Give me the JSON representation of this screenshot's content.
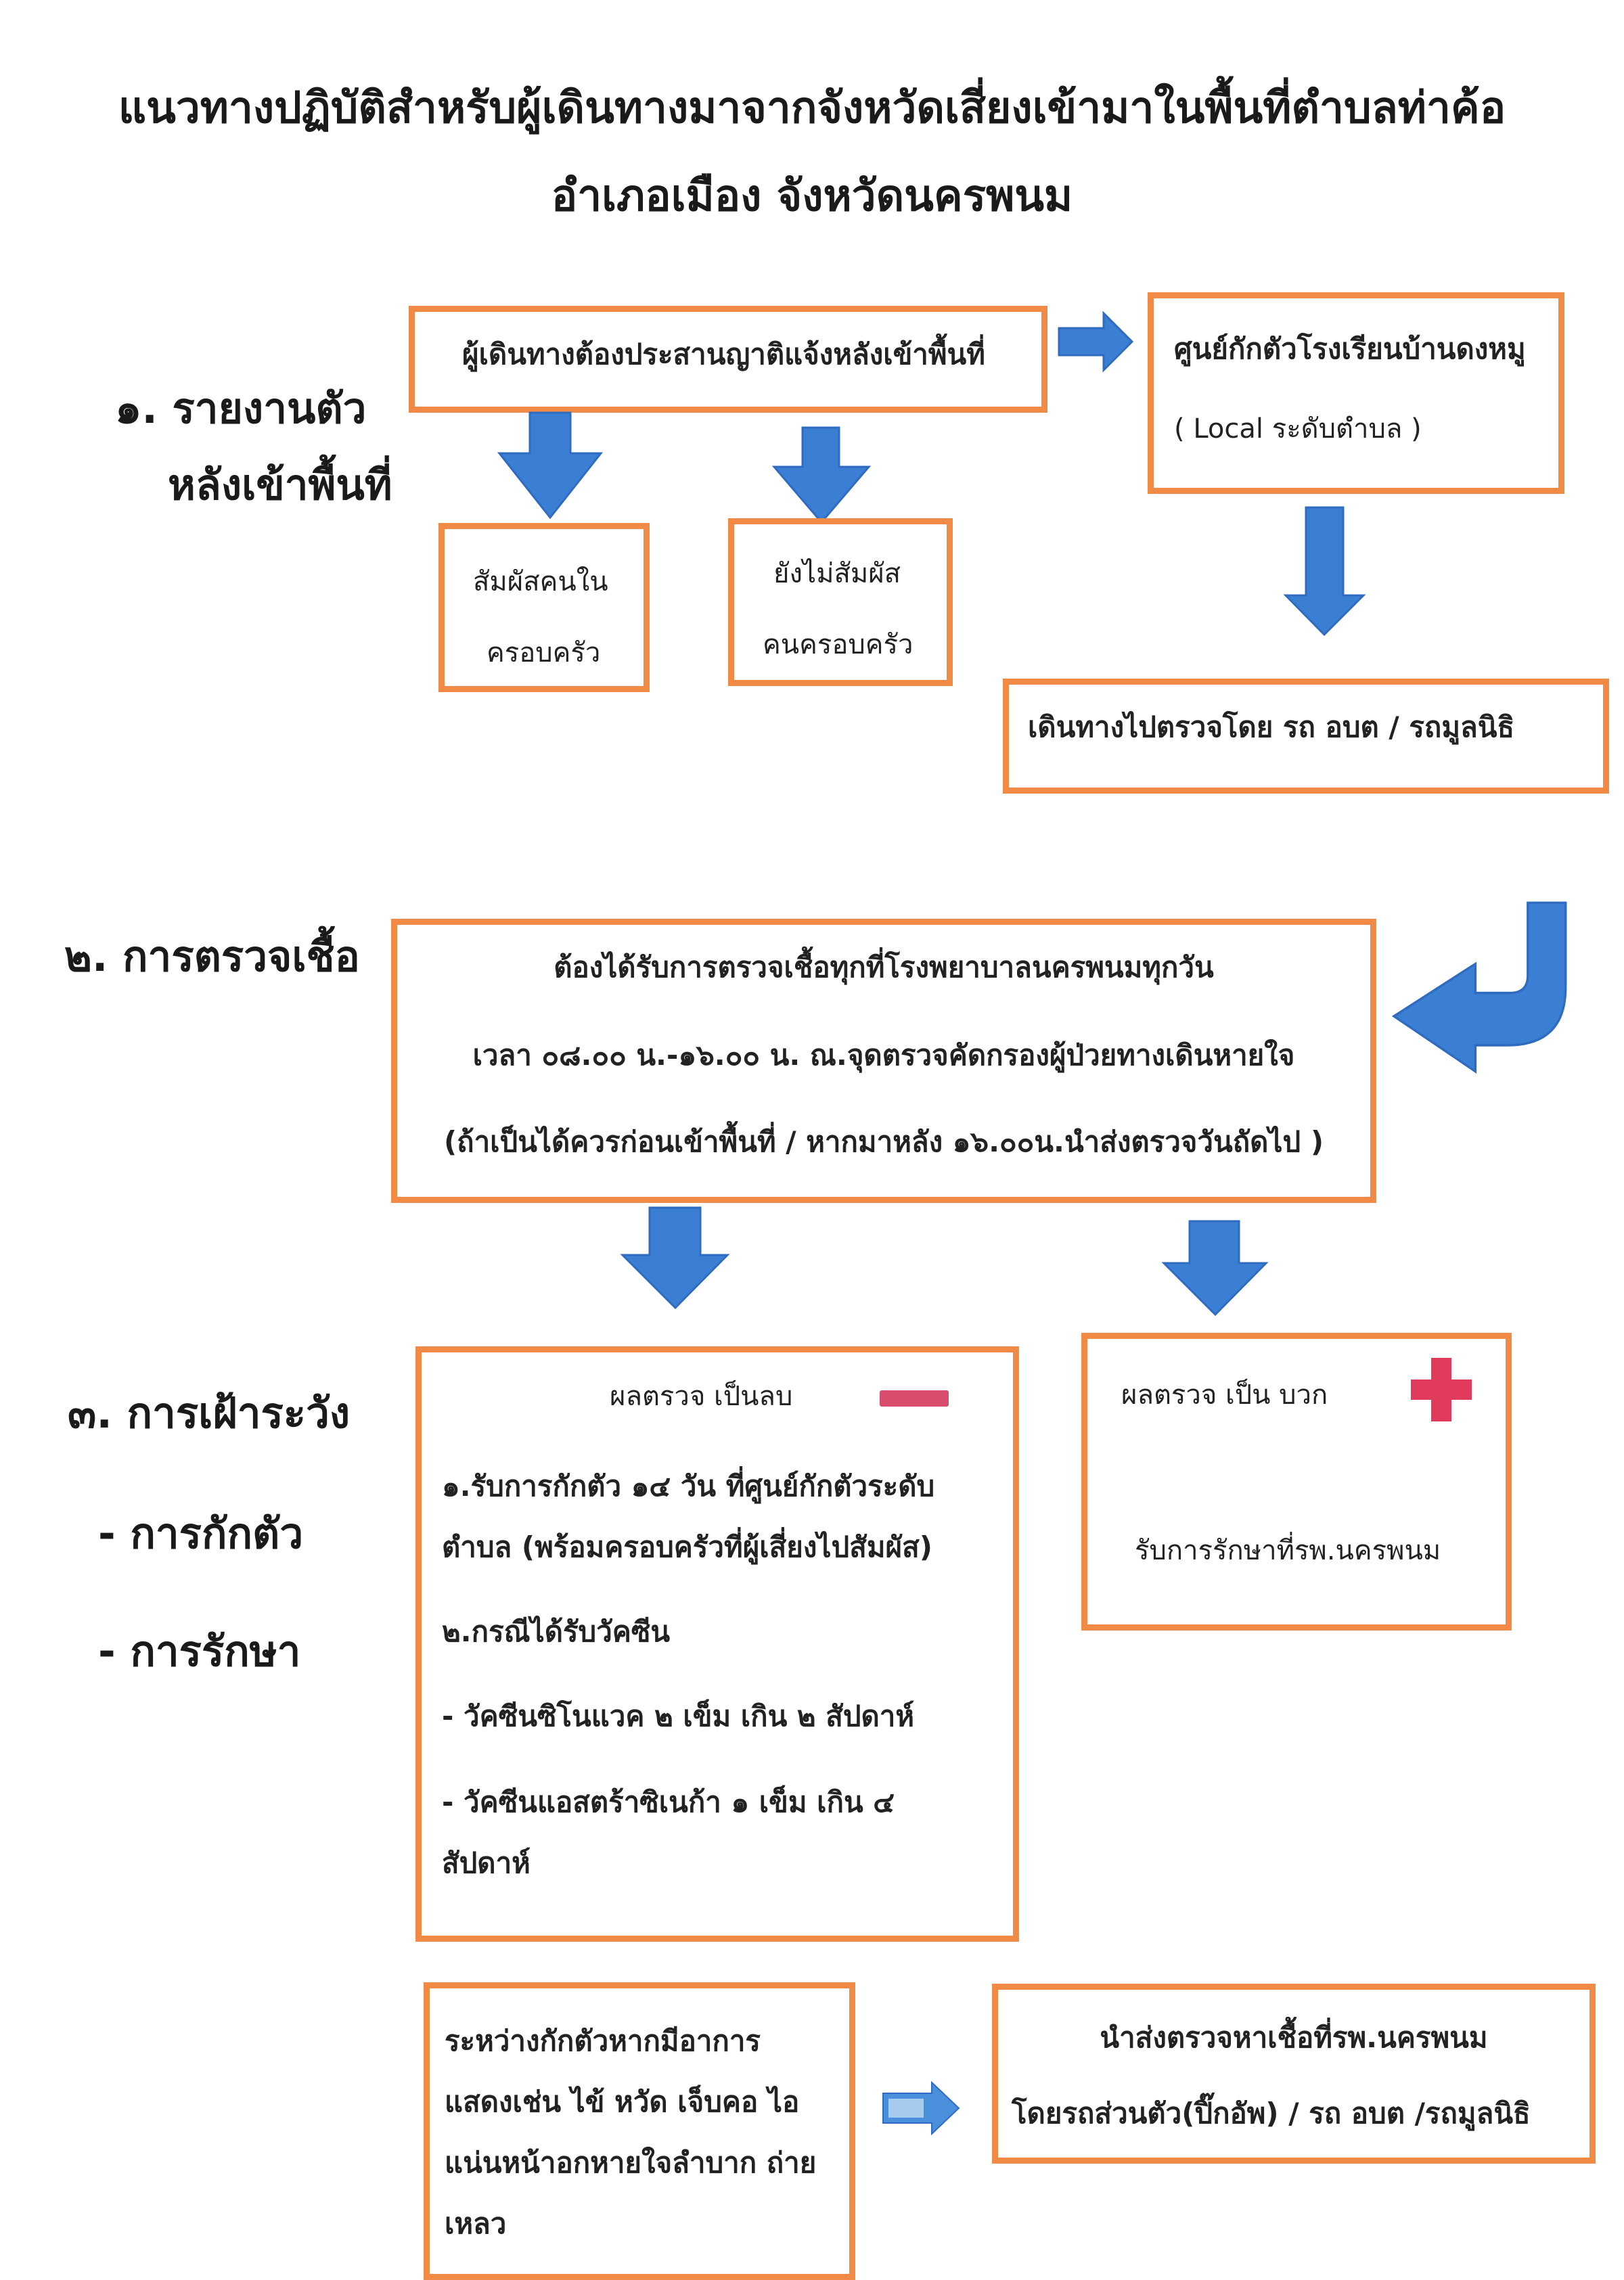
{
  "title": {
    "line1": "แนวทางปฏิบัติสำหรับผู้เดินทางมาจากจังหวัดเสี่ยงเข้ามาในพื้นที่ตำบลท่าค้อ",
    "line2": "อำเภอเมือง จังหวัดนครพนม"
  },
  "colors": {
    "box_border": "#f08a44",
    "arrow": "#3b7fd4",
    "negative": "#d84d6b",
    "positive": "#e03a5c"
  },
  "section1": {
    "heading_line1": "๑. รายงานตัว",
    "heading_line2": "หลังเข้าพื้นที่",
    "report_box": "ผู้เดินทางต้องประสานญาติแจ้งหลังเข้าพื้นที่",
    "contact_box": {
      "line1": "สัมผัสคนใน",
      "line2": "ครอบครัว"
    },
    "no_contact_box": {
      "line1": "ยังไม่สัมผัส",
      "line2": "คนครอบครัว"
    },
    "quarantine_center_box": {
      "line1": "ศูนย์กักตัวโรงเรียนบ้านดงหมู",
      "line2": "( Local ระดับตำบล )"
    },
    "travel_box": "เดินทางไปตรวจโดย รถ อบต / รถมูลนิธิ"
  },
  "section2": {
    "heading": "๒. การตรวจเชื้อ",
    "test_box": {
      "line1": "ต้องได้รับการตรวจเชื้อทุกที่โรงพยาบาลนครพนมทุกวัน",
      "line2": "เวลา ๐๘.๐๐ น.-๑๖.๐๐ น. ณ.จุดตรวจคัดกรองผู้ป่วยทางเดินหายใจ",
      "line3": "(ถ้าเป็นได้ควรก่อนเข้าพื้นที่ / หากมาหลัง ๑๖.๐๐น.นำส่งตรวจวันถัดไป  )"
    }
  },
  "section3": {
    "heading": "๓. การเฝ้าระวัง",
    "sub1": "- การกักตัว",
    "sub2": "- การรักษา",
    "negative_box": {
      "header": "ผลตรวจ เป็นลบ",
      "item1_line1": "๑.รับการกักตัว ๑๔ วัน ที่ศูนย์กักตัวระดับ",
      "item1_line2": "ตำบล   (พร้อมครอบครัวที่ผู้เสี่ยงไปสัมผัส)",
      "item2": "๒.กรณีได้รับวัคซีน",
      "vaccine1": "- วัคซีนซิโนแวค ๒ เข็ม เกิน ๒ สัปดาห์",
      "vaccine2_line1": "- วัคซีนแอสตร้าซิเนก้า ๑ เข็ม เกิน ๔",
      "vaccine2_line2": "สัปดาห์"
    },
    "positive_box": {
      "header": "ผลตรวจ เป็น บวก",
      "body": "รับการรักษาที่รพ.นครพนม"
    },
    "symptom_box": {
      "line1": " ระหว่างกักตัวหากมีอาการ",
      "line2": "แสดงเช่น ไข้ หวัด เจ็บคอ ไอ",
      "line3": "แน่นหน้าอกหายใจลำบาก ถ่าย",
      "line4": "เหลว"
    },
    "referral_box": {
      "line1": "นำส่งตรวจหาเชื้อที่รพ.นครพนม",
      "line2": "โดยรถส่วนตัว(ปิ๊กอัพ) / รถ อบต /รถมูลนิธิ"
    }
  }
}
